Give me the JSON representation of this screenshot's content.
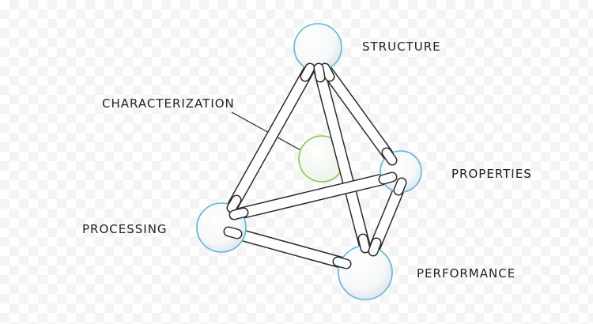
{
  "tetrahedron": {
    "vertices": [
      {
        "id": "structure",
        "label": "STRUCTURE",
        "name": "structure-node"
      },
      {
        "id": "properties",
        "label": "PROPERTIES",
        "name": "properties-node"
      },
      {
        "id": "processing",
        "label": "PROCESSING",
        "name": "processing-node"
      },
      {
        "id": "performance",
        "label": "PERFORMANCE",
        "name": "performance-node"
      }
    ],
    "center": {
      "id": "characterization",
      "label": "CHARACTERIZATION",
      "name": "characterization-node"
    },
    "edges": [
      [
        "structure",
        "processing"
      ],
      [
        "structure",
        "properties"
      ],
      [
        "structure",
        "performance"
      ],
      [
        "properties",
        "processing"
      ],
      [
        "properties",
        "performance"
      ],
      [
        "processing",
        "performance"
      ]
    ]
  },
  "colors": {
    "node_border": "#5cb6e4",
    "center_border": "#8cc84b",
    "rod": "#2b2b2b",
    "text": "#222222"
  }
}
